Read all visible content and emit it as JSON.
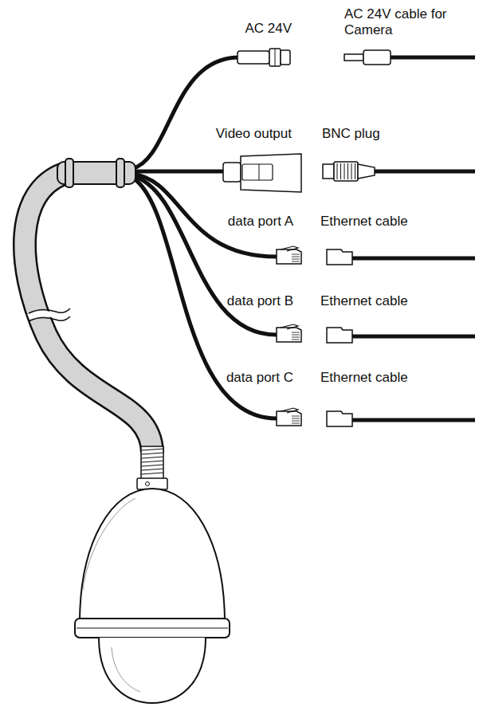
{
  "diagram": {
    "labels": [
      "AC 24V",
      "AC 24V cable for Camera",
      "Video output",
      "BNC plug",
      "data port A",
      "Ethernet cable",
      "data port B",
      "Ethernet cable",
      "data port C",
      "Ethernet cable"
    ]
  }
}
